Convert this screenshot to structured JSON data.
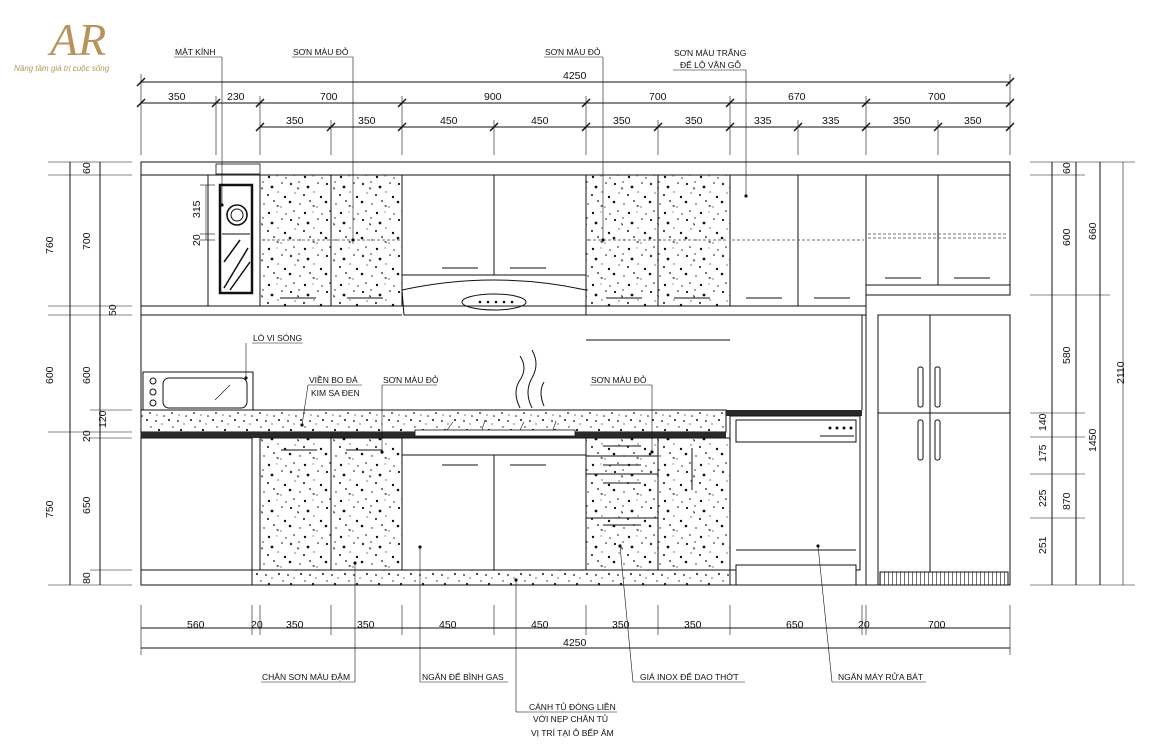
{
  "brand": {
    "logo_text": "AR",
    "tagline": "Nâng tầm giá trị cuộc sống",
    "gold": "#b8935a"
  },
  "colors": {
    "line": "#111111",
    "speckle_dots": "#111111",
    "background": "#ffffff"
  },
  "top_dims": {
    "total": "4250",
    "row1": [
      "350",
      "230",
      "700",
      "900",
      "700",
      "670",
      "700"
    ],
    "row2": [
      "350",
      "350",
      "450",
      "450",
      "350",
      "350",
      "335",
      "335",
      "350",
      "350"
    ]
  },
  "bottom_dims": {
    "row1": [
      "560",
      "20",
      "350",
      "350",
      "450",
      "450",
      "350",
      "350",
      "650",
      "20",
      "700"
    ],
    "total": "4250"
  },
  "left_dims": {
    "outer": [
      "760",
      "600",
      "750"
    ],
    "inner": [
      "60",
      "700",
      "50",
      "600",
      "120",
      "20",
      "650",
      "80"
    ],
    "mirror": [
      "315",
      "20"
    ]
  },
  "right_dims": {
    "inner": [
      "60",
      "600",
      "580",
      "140",
      "175",
      "225",
      "251"
    ],
    "mid": [
      "660",
      "1450",
      "870"
    ],
    "outer": [
      "2110"
    ]
  },
  "annotations": {
    "mat_kinh": "MẶT KÍNH",
    "son_mau_do_1": "SƠN MÀU ĐỎ",
    "son_mau_do_2": "SƠN MÀU ĐỎ",
    "son_mau_trang_1": "SƠN MÀU TRẮNG",
    "son_mau_trang_2": "ĐỂ LỘ VÂN GỖ",
    "lo_vi_song": "LÒ VI SÓNG",
    "vien_bo_da_1": "VIỀN BO ĐÁ",
    "vien_bo_da_2": "KIM SA ĐEN",
    "son_mau_do_3": "SƠN MÀU ĐỎ",
    "son_mau_do_4": "SƠN MÀU ĐỎ",
    "chan_son": "CHÂN  SƠN MÀU ĐẬM",
    "ngan_binh_gas": "NGĂN ĐỂ BÌNH GAS",
    "canh_tu_1": "CÁNH TỦ ĐÓNG LIỀN",
    "canh_tu_2": "VỚI NẸP CHÂN TỦ",
    "canh_tu_3": "VỊ TRÍ TẠI Ô BẾP ÂM",
    "gia_inox": "GIÁ INOX ĐỂ DAO THỚT",
    "ngan_may_rua_bat": "NGĂN MÁY RỬA BÁT"
  }
}
